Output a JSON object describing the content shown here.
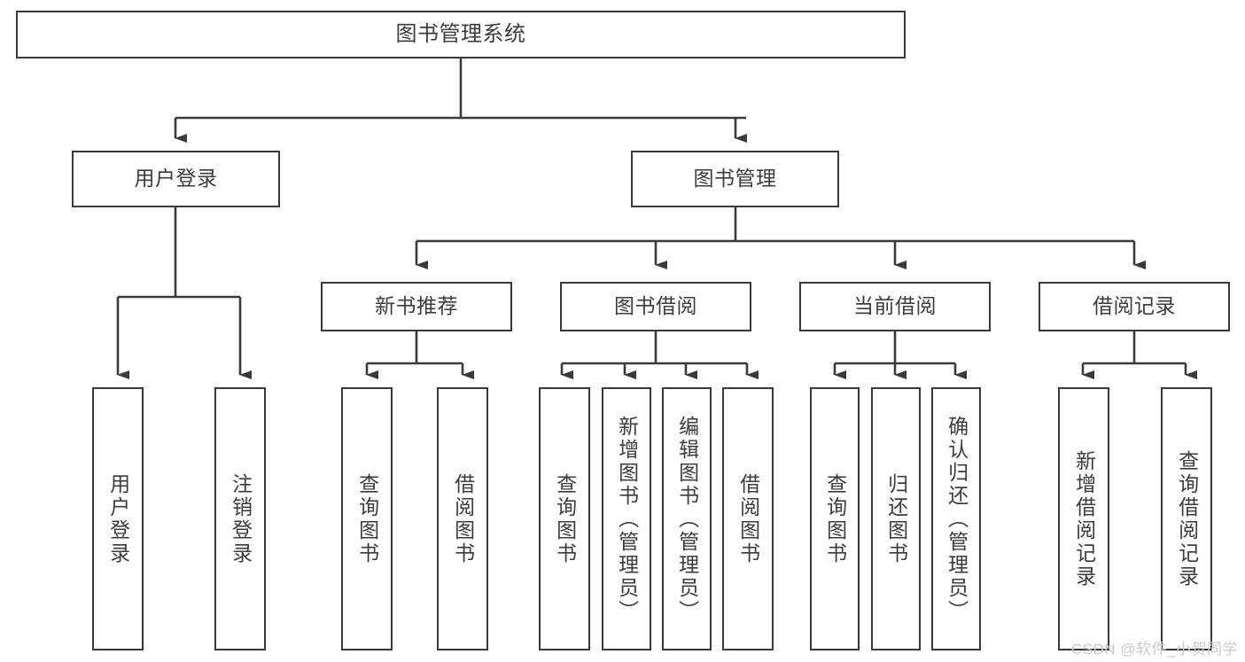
{
  "diagram": {
    "type": "tree",
    "title": "图书管理系统",
    "root": {
      "id": "root",
      "label": "图书管理系统"
    },
    "level1": [
      {
        "id": "user-login",
        "label": "用户登录"
      },
      {
        "id": "book-manage",
        "label": "图书管理"
      }
    ],
    "level2": [
      {
        "id": "new-book-rec",
        "label": "新书推荐",
        "parent": "book-manage"
      },
      {
        "id": "book-borrow",
        "label": "图书借阅",
        "parent": "book-manage"
      },
      {
        "id": "current-borrow",
        "label": "当前借阅",
        "parent": "book-manage"
      },
      {
        "id": "borrow-record",
        "label": "借阅记录",
        "parent": "book-manage"
      }
    ],
    "leaves": [
      {
        "id": "leaf-user-login",
        "label": "用户登录",
        "parent": "user-login"
      },
      {
        "id": "leaf-logout",
        "label": "注销登录",
        "parent": "user-login"
      },
      {
        "id": "leaf-query-book-1",
        "label": "查询图书",
        "parent": "new-book-rec"
      },
      {
        "id": "leaf-borrow-book-1",
        "label": "借阅图书",
        "parent": "new-book-rec"
      },
      {
        "id": "leaf-query-book-2",
        "label": "查询图书",
        "parent": "book-borrow"
      },
      {
        "id": "leaf-add-book",
        "label": "新增图书（管理员）",
        "parent": "book-borrow"
      },
      {
        "id": "leaf-edit-book",
        "label": "编辑图书（管理员）",
        "parent": "book-borrow"
      },
      {
        "id": "leaf-borrow-book-2",
        "label": "借阅图书",
        "parent": "book-borrow"
      },
      {
        "id": "leaf-query-book-3",
        "label": "查询图书",
        "parent": "current-borrow"
      },
      {
        "id": "leaf-return-book",
        "label": "归还图书",
        "parent": "current-borrow"
      },
      {
        "id": "leaf-confirm-return",
        "label": "确认归还（管理员）",
        "parent": "current-borrow"
      },
      {
        "id": "leaf-add-record",
        "label": "新增借阅记录",
        "parent": "borrow-record"
      },
      {
        "id": "leaf-query-record",
        "label": "查询借阅记录",
        "parent": "borrow-record"
      }
    ],
    "colors": {
      "stroke": "#3a3a3a",
      "text": "#3c3c3c",
      "background": "#ffffff",
      "watermark": "#c9c9c9"
    }
  },
  "watermark": {
    "text": "CSDN @软件_小贺同学"
  }
}
